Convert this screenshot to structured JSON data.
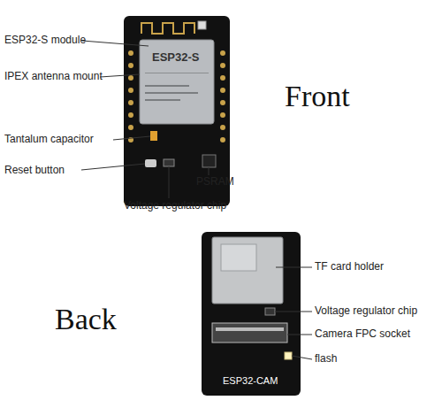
{
  "diagram": {
    "labels": [
      "ESP32-S module",
      "IPEX antenna mount",
      "Tantalum capacitor",
      "Reset button",
      "Voltage regulator chip",
      "PSRAM",
      "Front",
      "ESP32-S",
      "Back",
      "TF card holder",
      "Voltage regulator chip",
      "Camera FPC socket",
      "flash",
      "ESP32-CAM"
    ]
  }
}
